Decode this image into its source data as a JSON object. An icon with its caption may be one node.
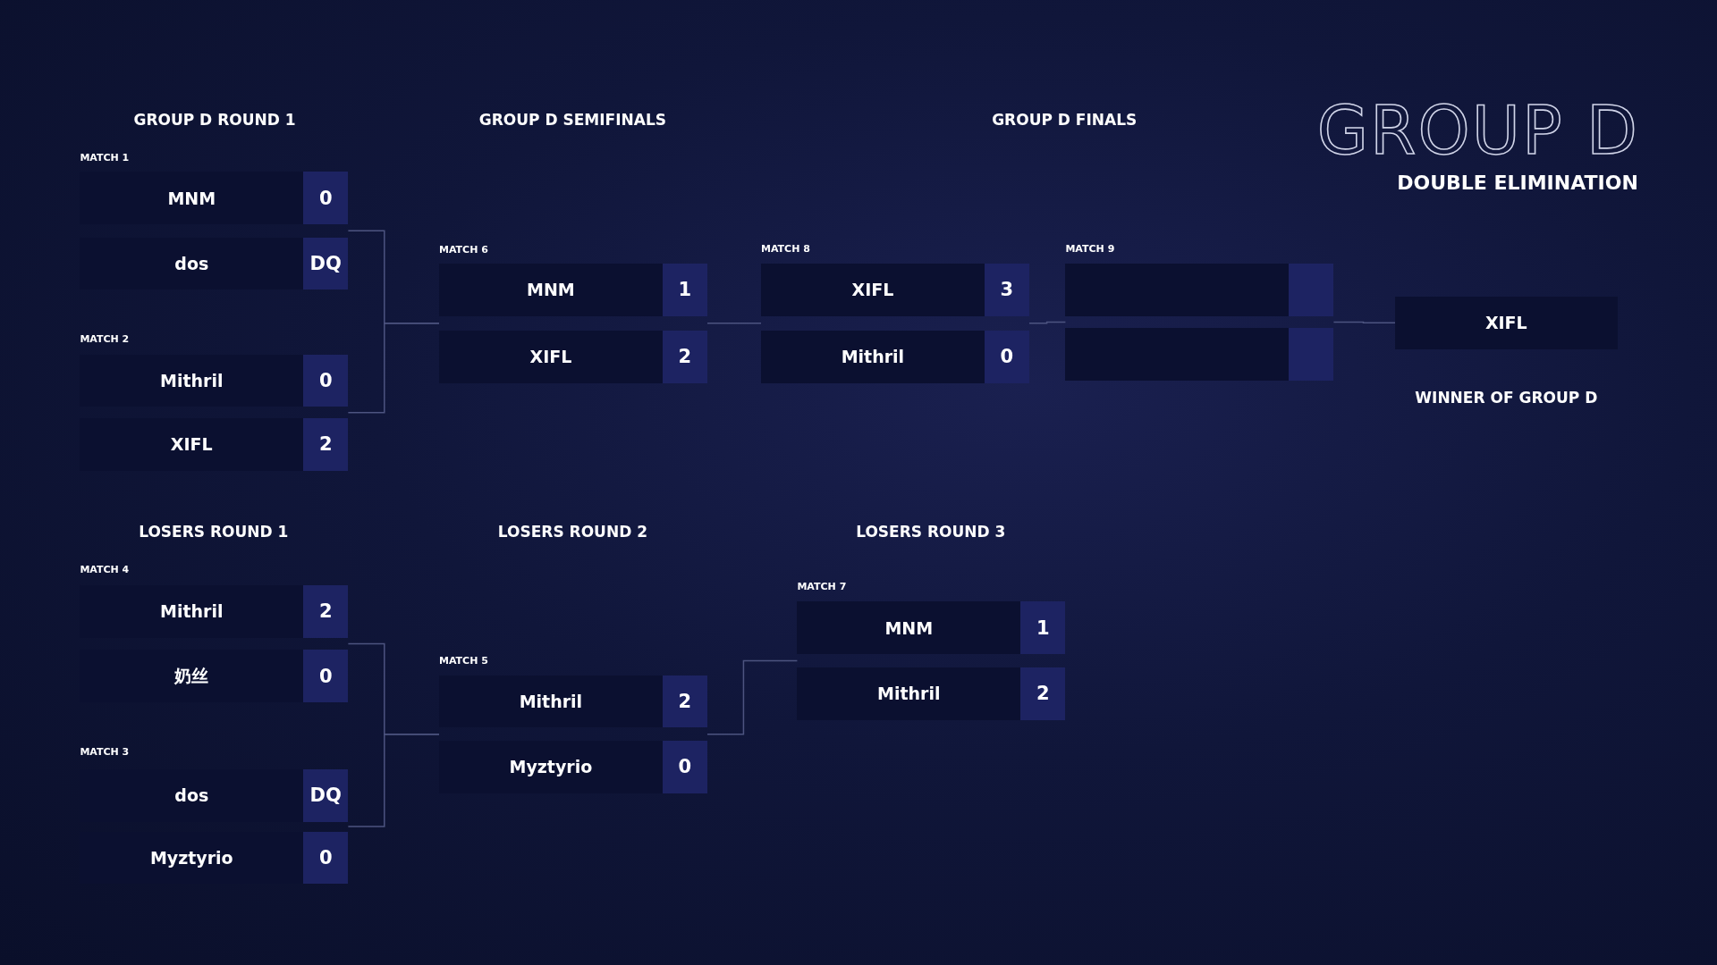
{
  "diagram": {
    "title": "GROUP D",
    "nodes": [
      {
        "text": [
          "MATCH 1"
        ]
      },
      {
        "text": [
          "MNM",
          "0"
        ],
        "in": 0
      },
      {
        "text": [
          "dos",
          "DQ"
        ],
        "in": 0
      },
      {
        "text": [
          "MATCH 2"
        ]
      },
      {
        "text": [
          "Mithril",
          "0"
        ],
        "in": 3
      },
      {
        "text": [
          "XIFL",
          "2"
        ],
        "in": 3
      },
      {
        "text": [
          "MATCH 6"
        ]
      },
      {
        "text": [
          "MNM",
          "1"
        ],
        "in": 6
      },
      {
        "text": [
          "XIFL",
          "2"
        ],
        "in": 6
      },
      {
        "text": [
          "MATCH 8"
        ]
      },
      {
        "text": [
          "XIFL",
          "3"
        ],
        "in": 9
      },
      {
        "text": [
          "Mithril",
          "0"
        ],
        "in": 9
      },
      {
        "text": [
          "MATCH 9"
        ]
      },
      {
        "text": [],
        "shape": "box",
        "in": 12
      },
      {
        "text": [],
        "shape": "box",
        "in": 12
      },
      {
        "text": [
          "XIFL"
        ],
        "beside": [
          "WINNER OF GROUP D"
        ]
      },
      {
        "text": [
          "MATCH 4"
        ]
      },
      {
        "text": [
          "Mithril",
          "2"
        ],
        "in": 16
      },
      {
        "text": [
          "奶丝",
          "0"
        ],
        "in": 16
      },
      {
        "text": [
          "MATCH 3"
        ]
      },
      {
        "text": [
          "dos",
          "DQ"
        ],
        "in": 19
      },
      {
        "text": [
          "Myztyrio",
          "0"
        ],
        "in": 19
      },
      {
        "text": [
          "MATCH 5"
        ]
      },
      {
        "text": [
          "Mithril",
          "2"
        ],
        "in": 22
      },
      {
        "text": [
          "Myztyrio",
          "0"
        ],
        "in": 22
      },
      {
        "text": [
          "MATCH 7"
        ]
      },
      {
        "text": [
          "MNM",
          "1"
        ],
        "in": 25
      },
      {
        "text": [
          "Mithril",
          "2"
        ],
        "in": 25
      }
    ],
    "edges": [
      {
        "from": 0,
        "to": 6,
        "arrow": "none"
      },
      {
        "from": 3,
        "to": 6,
        "arrow": "none"
      },
      {
        "from": 6,
        "to": 9,
        "arrow": "none"
      },
      {
        "from": 9,
        "to": 12,
        "arrow": "none"
      },
      {
        "from": 12,
        "to": 15,
        "arrow": "none"
      },
      {
        "from": 16,
        "to": 22,
        "arrow": "none"
      },
      {
        "from": 19,
        "to": 22,
        "arrow": "none"
      },
      {
        "from": 22,
        "to": 25,
        "arrow": "none"
      }
    ],
    "labels": [
      "GROUP D ROUND 1",
      "GROUP D SEMIFINALS",
      "GROUP D FINALS",
      "DOUBLE ELIMINATION",
      "LOSERS ROUND 1",
      "LOSERS ROUND 2",
      "LOSERS ROUND 3"
    ]
  }
}
